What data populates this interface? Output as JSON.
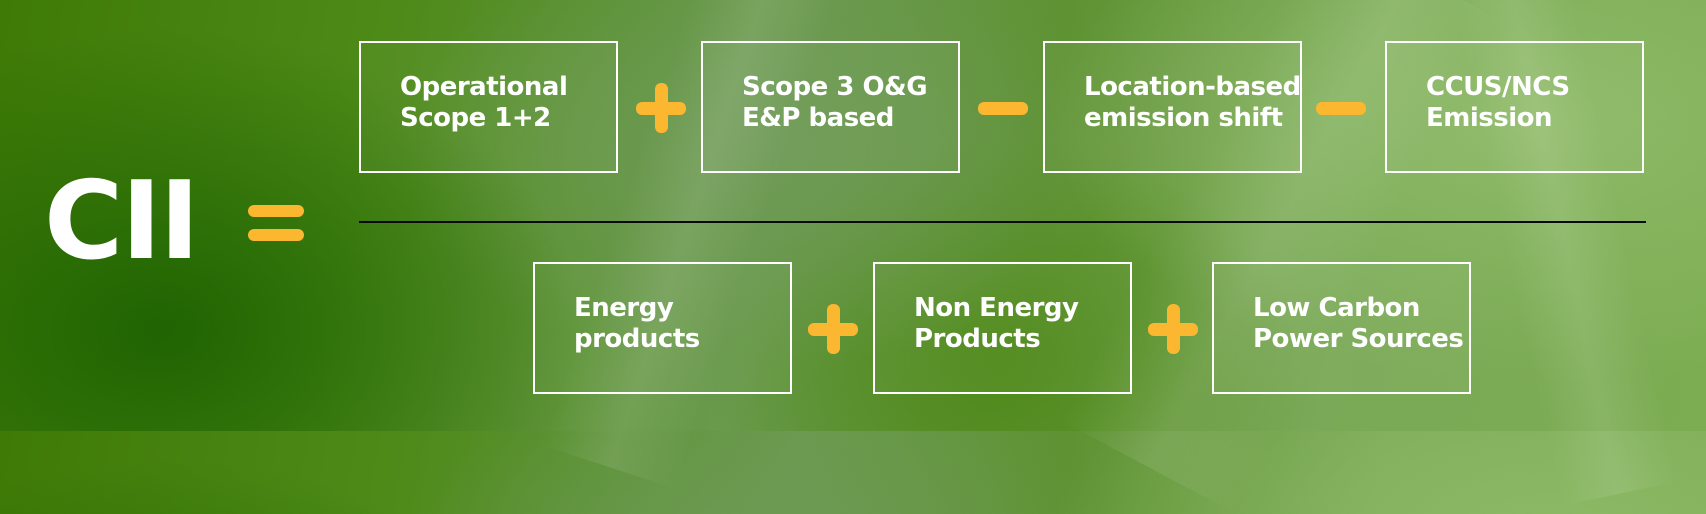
{
  "diagram": {
    "title": "CII",
    "equals_symbol": "=",
    "numerator": {
      "terms": [
        {
          "line1": "Operational",
          "line2": "Scope 1+2"
        },
        {
          "line1": "Scope 3 O&G",
          "line2": "E&P based"
        },
        {
          "line1": "Location-based",
          "line2": "emission shift"
        },
        {
          "line1": "CCUS/NCS",
          "line2": "Emission"
        }
      ],
      "operators": [
        "+",
        "−",
        "−"
      ]
    },
    "denominator": {
      "terms": [
        {
          "line1": "Energy",
          "line2": "products"
        },
        {
          "line1": "Non Energy",
          "line2": "Products"
        },
        {
          "line1": "Low Carbon",
          "line2": "Power Sources"
        }
      ],
      "operators": [
        "+",
        "+"
      ]
    },
    "colors": {
      "operator": "#fbb72f",
      "text": "#ffffff",
      "box_border": "#ffffff",
      "fraction_line": "#0a0a0a",
      "background_dark": "#1f6402",
      "background_light": "#8dba66"
    }
  }
}
